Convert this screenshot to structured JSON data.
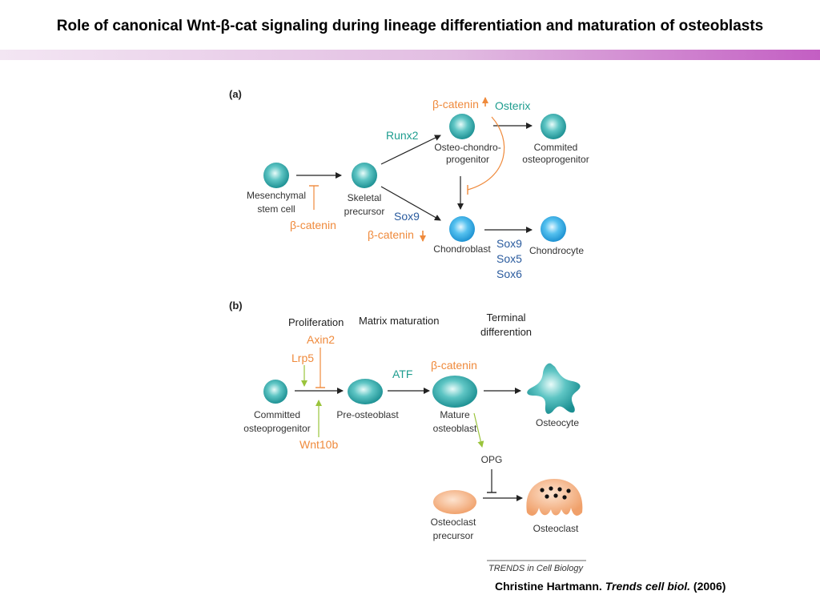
{
  "slide": {
    "title": "Role of canonical Wnt-β-cat signaling during lineage differentiation and maturation of osteoblasts",
    "citation_author": "Christine Hartmann.",
    "citation_journal": "Trends cell biol.",
    "citation_year": "(2006)"
  },
  "colors": {
    "teal": "#1e9d8f",
    "blue": "#2a5b9e",
    "orange": "#ef8a3c",
    "green": "#9ac43c",
    "accent_bar": "#c35ec3"
  },
  "panel_a": {
    "label": "(a)",
    "nodes": {
      "mesenchymal_1": "Mesenchymal",
      "mesenchymal_2": "stem cell",
      "skeletal_1": "Skeletal",
      "skeletal_2": "precursor",
      "osteochondro_1": "Osteo-chondro-",
      "osteochondro_2": "progenitor",
      "committed_1": "Commited",
      "committed_2": "osteoprogenitor",
      "chondroblast": "Chondroblast",
      "chondrocyte": "Chondrocyte"
    },
    "factors": {
      "runx2": "Runx2",
      "osterix": "Osterix",
      "beta_top": "β-catenin",
      "beta_left": "β-catenin",
      "sox9_mid": "Sox9",
      "beta_mid": "β-catenin",
      "sox9": "Sox9",
      "sox5": "Sox5",
      "sox6": "Sox6"
    }
  },
  "panel_b": {
    "label": "(b)",
    "stages": {
      "proliferation": "Proliferation",
      "matrix": "Matrix maturation",
      "terminal_1": "Terminal",
      "terminal_2": "differention"
    },
    "nodes": {
      "committed_1": "Committed",
      "committed_2": "osteoprogenitor",
      "pre_osteoblast": "Pre-osteoblast",
      "mature_1": "Mature",
      "mature_2": "osteoblast",
      "osteocyte": "Osteocyte",
      "opg": "OPG",
      "osteoclast_prec_1": "Osteoclast",
      "osteoclast_prec_2": "precursor",
      "osteoclast": "Osteoclast"
    },
    "factors": {
      "axin2": "Axin2",
      "lrp5": "Lrp5",
      "wnt10b": "Wnt10b",
      "atf": "ATF",
      "beta": "β-catenin"
    }
  },
  "source": "TRENDS in Cell Biology"
}
